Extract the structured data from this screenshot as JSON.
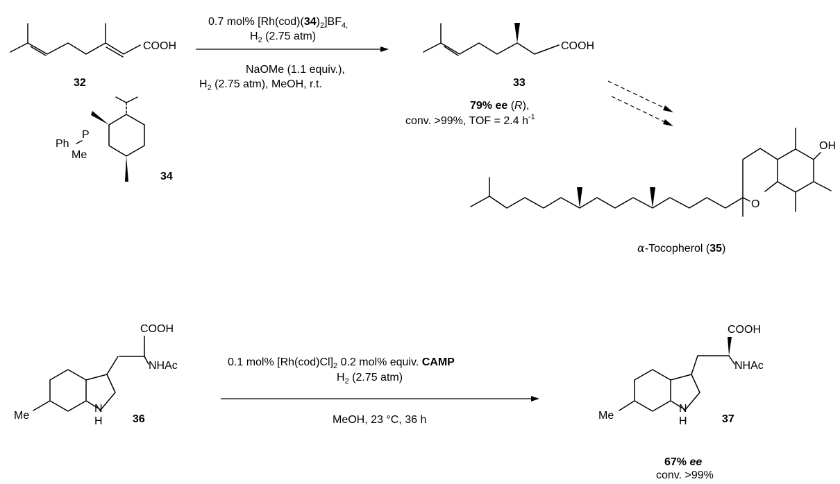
{
  "reaction1": {
    "substrate_label": "32",
    "substrate_acid": "COOH",
    "conditions_top_a": "0.7 mol% [Rh(cod)(",
    "conditions_top_bold": "34",
    "conditions_top_b": ")",
    "conditions_top_sub": "2",
    "conditions_top_c": "]BF",
    "conditions_top_sub2": "4,",
    "conditions_top2_a": "H",
    "conditions_top2_sub": "2",
    "conditions_top2_b": " (2.75 atm)",
    "conditions_bottom1": "NaOMe (1.1 equiv.),",
    "conditions_bottom2_a": "H",
    "conditions_bottom2_sub": "2",
    "conditions_bottom2_b": " (2.75 atm), MeOH, r.t.",
    "product_label": "33",
    "product_acid": "COOH",
    "ee_bold": "79% ee",
    "ee_paren_open": " (",
    "ee_config": "R",
    "ee_paren_close": "),",
    "conv_a": "conv. >99%, TOF = 2.4 h",
    "conv_sup": "-1",
    "ligand_label": "34",
    "ligand_ph": "Ph",
    "ligand_p": "P",
    "ligand_me": "Me",
    "target_oh": "OH",
    "target_o": "O",
    "target_alpha": "α",
    "target_name_a": "-Tocopherol (",
    "target_name_bold": "35",
    "target_name_b": ")"
  },
  "reaction2": {
    "substrate_label": "36",
    "substrate_acid": "COOH",
    "substrate_nhac": "NHAc",
    "substrate_me": "Me",
    "substrate_nh_n": "N",
    "substrate_nh_h": "H",
    "conditions_top1_a": "0.1 mol% [Rh(cod)Cl]",
    "conditions_top1_sub": "2",
    "conditions_top1_b": " 0.2 mol% equiv. ",
    "conditions_top1_bold": "CAMP",
    "conditions_top2_a": "H",
    "conditions_top2_sub": "2",
    "conditions_top2_b": " (2.75 atm)",
    "conditions_bottom": "MeOH, 23 °C, 36 h",
    "product_label": "37",
    "product_acid": "COOH",
    "product_nhac": "NHAc",
    "product_me": "Me",
    "product_nh_n": "N",
    "product_nh_h": "H",
    "ee_value": "67% ",
    "ee_italic": "ee",
    "conv": "conv. >99%"
  }
}
